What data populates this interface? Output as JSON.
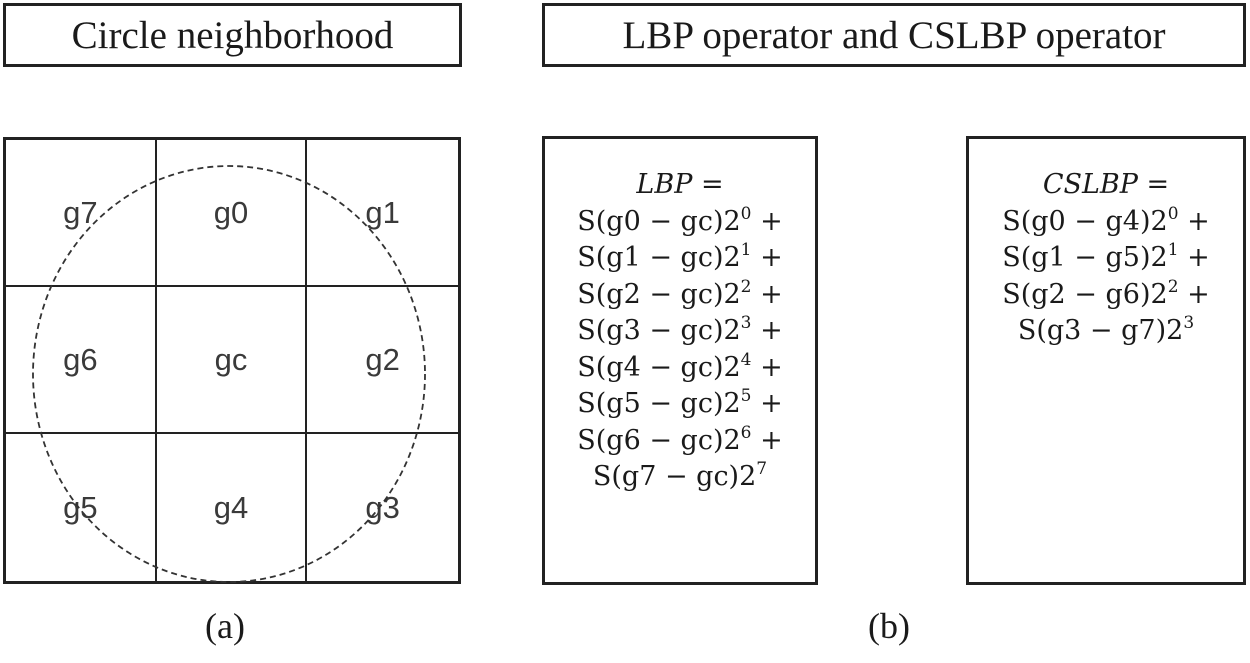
{
  "panel_a": {
    "header": "Circle neighborhood",
    "cells": [
      "g7",
      "g0",
      "g1",
      "g6",
      "gc",
      "g2",
      "g5",
      "g4",
      "g3"
    ],
    "caption": "(a)"
  },
  "panel_b": {
    "header": "LBP operator and CSLBP operator",
    "lbp": {
      "lhs": "LBP =",
      "terms": [
        {
          "base": "S(g0 − gc)2",
          "exp": "0",
          "tail": " +"
        },
        {
          "base": "S(g1 − gc)2",
          "exp": "1",
          "tail": " +"
        },
        {
          "base": "S(g2 − gc)2",
          "exp": "2",
          "tail": " +"
        },
        {
          "base": "S(g3 − gc)2",
          "exp": "3",
          "tail": " +"
        },
        {
          "base": "S(g4 − gc)2",
          "exp": "4",
          "tail": " +"
        },
        {
          "base": "S(g5 − gc)2",
          "exp": "5",
          "tail": " +"
        },
        {
          "base": "S(g6 − gc)2",
          "exp": "6",
          "tail": " +"
        },
        {
          "base": "S(g7 − gc)2",
          "exp": "7",
          "tail": ""
        }
      ]
    },
    "cslbp": {
      "lhs": "CSLBP =",
      "terms": [
        {
          "base": "S(g0 − g4)2",
          "exp": "0",
          "tail": " +"
        },
        {
          "base": "S(g1 − g5)2",
          "exp": "1",
          "tail": " +"
        },
        {
          "base": "S(g2 − g6)2",
          "exp": "2",
          "tail": " +"
        },
        {
          "base": "S(g3 − g7)2",
          "exp": "3",
          "tail": ""
        }
      ]
    },
    "caption": "(b)"
  }
}
